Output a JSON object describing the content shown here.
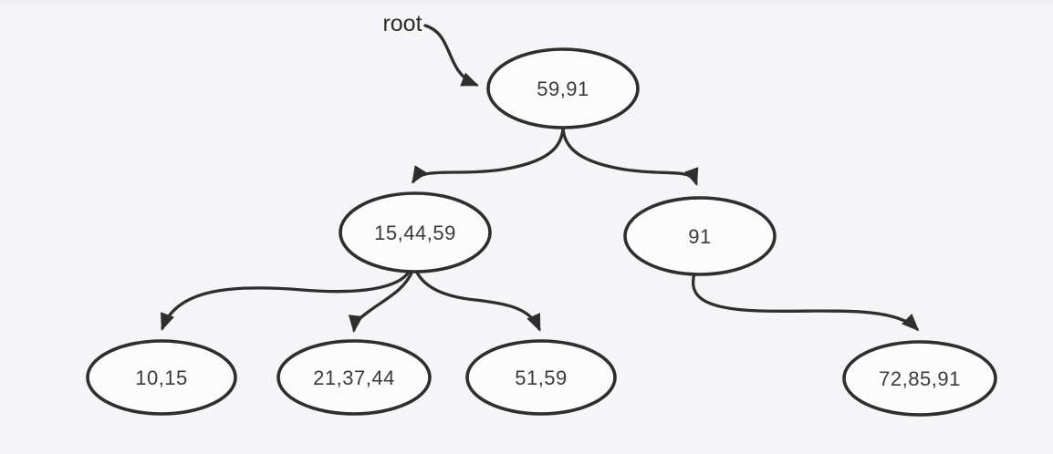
{
  "diagram": {
    "type": "tree",
    "pointer_label": "root",
    "nodes": [
      {
        "id": "n0",
        "label": "59,91",
        "level": 0
      },
      {
        "id": "n1",
        "label": "15,44,59",
        "level": 1
      },
      {
        "id": "n2",
        "label": "91",
        "level": 1
      },
      {
        "id": "n3",
        "label": "10,15",
        "level": 2
      },
      {
        "id": "n4",
        "label": "21,37,44",
        "level": 2
      },
      {
        "id": "n5",
        "label": "51,59",
        "level": 2
      },
      {
        "id": "n6",
        "label": "72,85,91",
        "level": 2
      }
    ],
    "edges": [
      {
        "from": "root-pointer",
        "to": "59,91"
      },
      {
        "from": "59,91",
        "to": "15,44,59"
      },
      {
        "from": "59,91",
        "to": "91"
      },
      {
        "from": "15,44,59",
        "to": "10,15"
      },
      {
        "from": "15,44,59",
        "to": "21,37,44"
      },
      {
        "from": "15,44,59",
        "to": "51,59"
      },
      {
        "from": "91",
        "to": "72,85,91"
      }
    ],
    "icons": {
      "arrowhead": "filled-triangle-arrowhead"
    },
    "colors": {
      "background": "#f5f5f7",
      "node_fill": "#fcfcfd",
      "stroke": "#2e2e2e",
      "text": "#3a3a3a"
    }
  }
}
